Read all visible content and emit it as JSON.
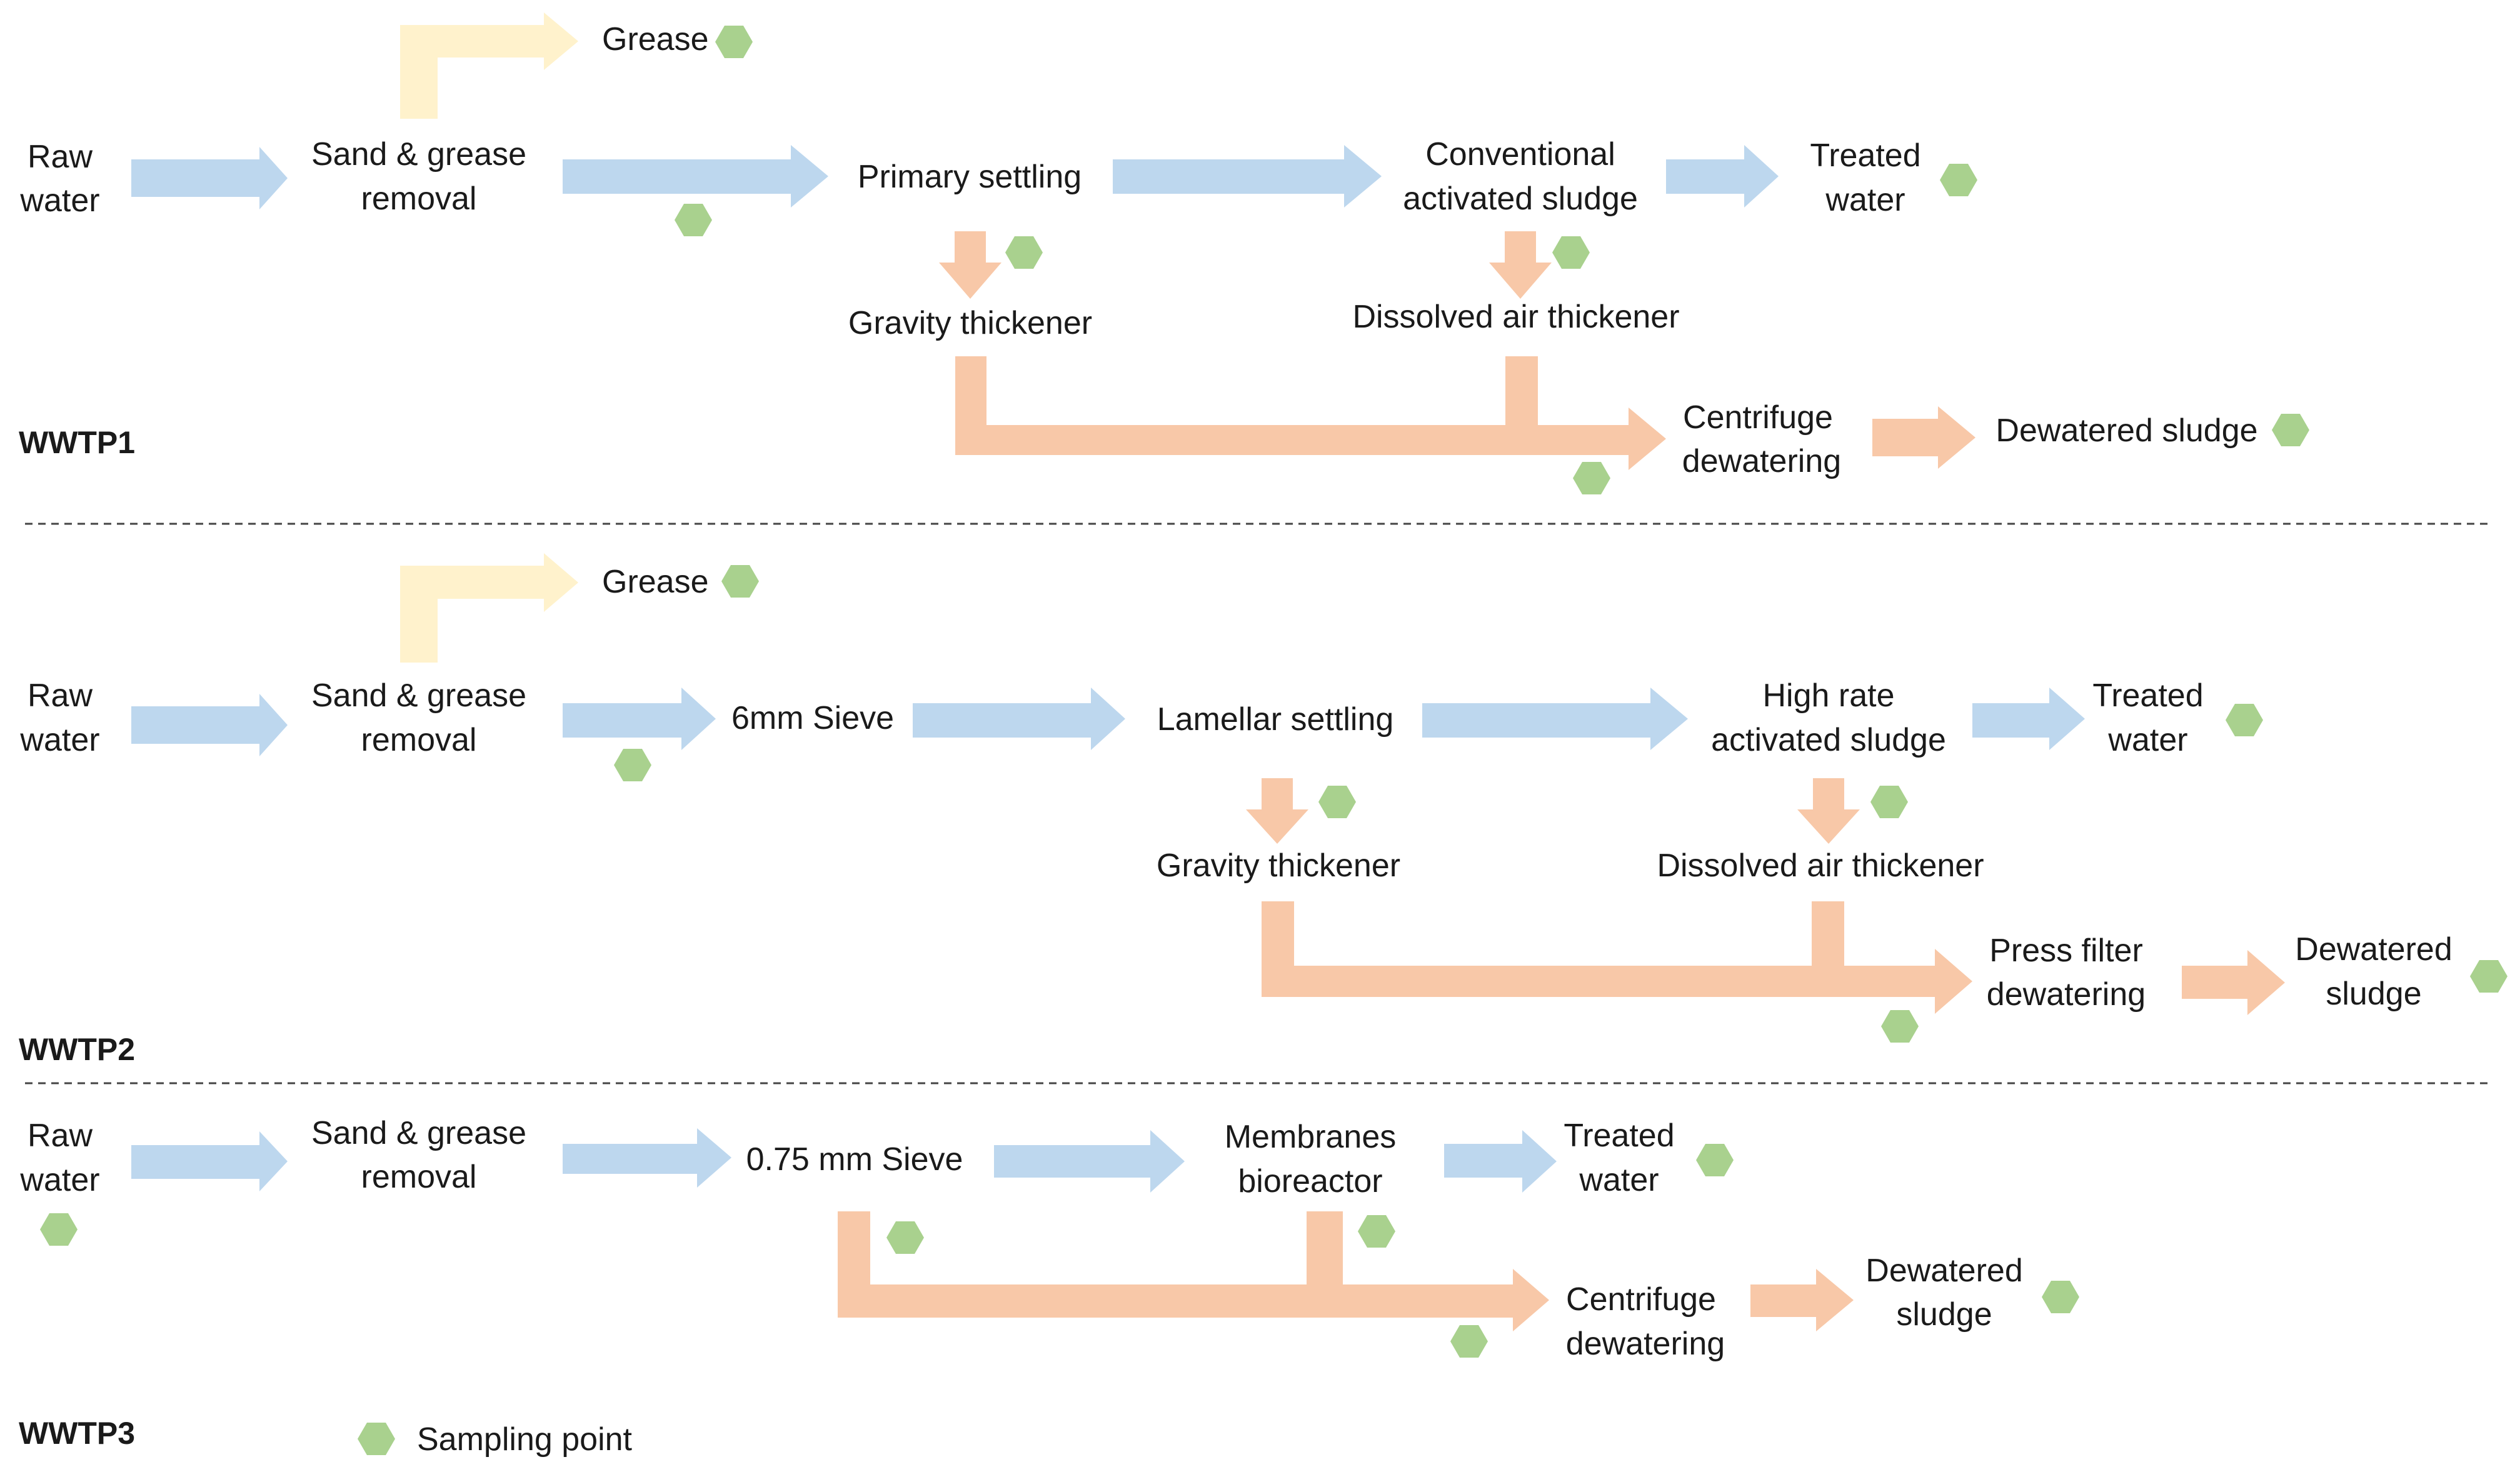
{
  "plants": [
    {
      "title": "WWTP1",
      "nodes": {
        "raw_water": [
          "Raw",
          "water"
        ],
        "sand_grease": [
          "Sand & grease",
          "removal"
        ],
        "grease": "Grease",
        "primary": "Primary settling",
        "cas": [
          "Conventional",
          "activated sludge"
        ],
        "treated": [
          "Treated",
          "water"
        ],
        "gravity": "Gravity thickener",
        "dissolved": "Dissolved air thickener",
        "centrifuge": [
          "Centrifuge",
          "dewatering"
        ],
        "dewatered": "Dewatered sludge"
      }
    },
    {
      "title": "WWTP2",
      "nodes": {
        "raw_water": [
          "Raw",
          "water"
        ],
        "sand_grease": [
          "Sand & grease",
          "removal"
        ],
        "grease": "Grease",
        "sieve": "6mm Sieve",
        "lamellar": "Lamellar settling",
        "hras": [
          "High rate",
          "activated sludge"
        ],
        "treated": [
          "Treated",
          "water"
        ],
        "gravity": "Gravity thickener",
        "dissolved": "Dissolved air thickener",
        "press": [
          "Press filter",
          "dewatering"
        ],
        "dewatered": [
          "Dewatered",
          "sludge"
        ]
      }
    },
    {
      "title": "WWTP3",
      "nodes": {
        "raw_water": [
          "Raw",
          "water"
        ],
        "sand_grease": [
          "Sand & grease",
          "removal"
        ],
        "sieve": "0.75 mm Sieve",
        "mbr": [
          "Membranes",
          "bioreactor"
        ],
        "treated": [
          "Treated",
          "water"
        ],
        "centrifuge": [
          "Centrifuge",
          "dewatering"
        ],
        "dewatered": [
          "Dewatered",
          "sludge"
        ]
      }
    }
  ],
  "legend": {
    "sampling_point": "Sampling point"
  },
  "colors": {
    "water_line": "#bdd7ee",
    "sludge_line": "#f8c8a8",
    "grease_line": "#fff2cc",
    "sampling_point": "#a9d18e"
  }
}
